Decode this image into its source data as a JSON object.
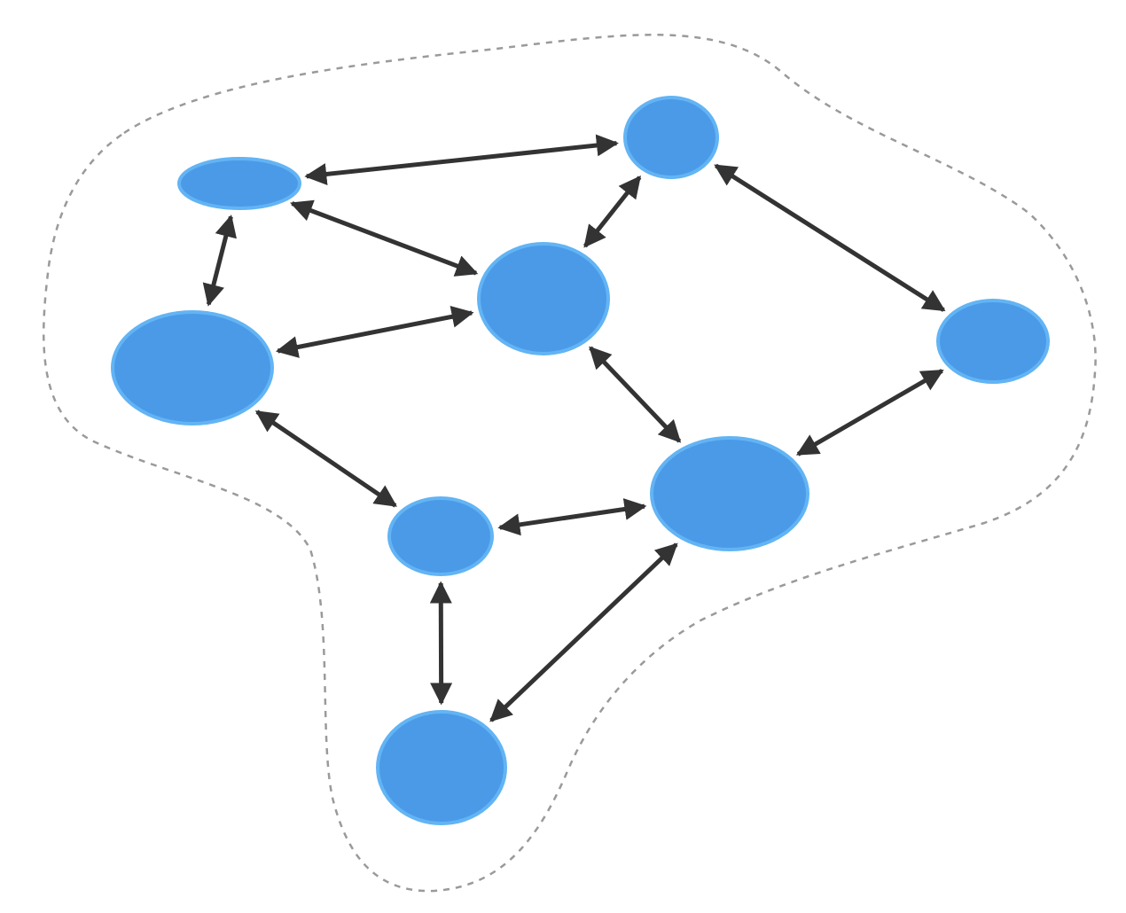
{
  "colors": {
    "node_fill": "#4a9ae8",
    "node_stroke": "#62b4f4",
    "edge": "#333333",
    "boundary": "#9a9a9a",
    "background": "#ffffff"
  },
  "nodes": [
    {
      "id": "n1"
    },
    {
      "id": "n2"
    },
    {
      "id": "n3"
    },
    {
      "id": "n4"
    },
    {
      "id": "n5"
    },
    {
      "id": "n6"
    },
    {
      "id": "n7"
    },
    {
      "id": "n8"
    }
  ],
  "edges": [
    {
      "from": "n1",
      "to": "n2",
      "direction": "both"
    },
    {
      "from": "n1",
      "to": "n4",
      "direction": "both"
    },
    {
      "from": "n1",
      "to": "n3",
      "direction": "both"
    },
    {
      "from": "n2",
      "to": "n4",
      "direction": "both"
    },
    {
      "from": "n2",
      "to": "n5",
      "direction": "both"
    },
    {
      "from": "n3",
      "to": "n4",
      "direction": "both"
    },
    {
      "from": "n3",
      "to": "n7",
      "direction": "both"
    },
    {
      "from": "n4",
      "to": "n6",
      "direction": "both"
    },
    {
      "from": "n5",
      "to": "n6",
      "direction": "both"
    },
    {
      "from": "n7",
      "to": "n6",
      "direction": "both"
    },
    {
      "from": "n7",
      "to": "n8",
      "direction": "both"
    },
    {
      "from": "n6",
      "to": "n8",
      "direction": "both"
    }
  ]
}
